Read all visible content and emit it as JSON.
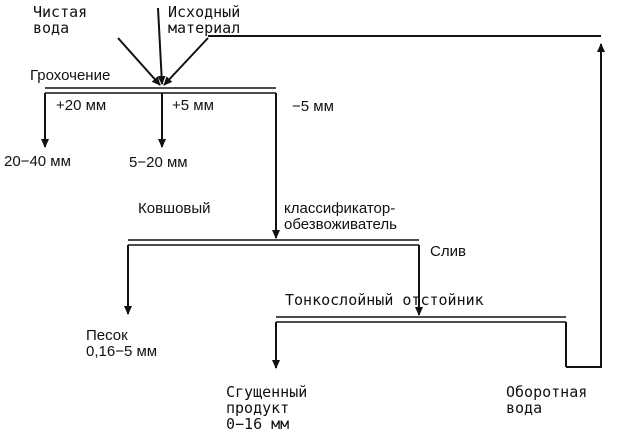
{
  "inputs": {
    "clean_water": [
      "Чистая",
      "вода"
    ],
    "source_material": [
      "Исходный",
      "материал"
    ]
  },
  "screening": {
    "label": "Грохочение",
    "fractions": {
      "plus20": "+20 мм",
      "plus5": "+5 мм",
      "minus5": "−5 мм"
    },
    "products": {
      "coarse": "20−40 мм",
      "medium": "5−20 мм"
    }
  },
  "classifier": {
    "label_left": "Ковшовый",
    "label_right": [
      "классификатор-",
      "обезвоживатель"
    ],
    "overflow": "Слив",
    "sand": [
      "Песок",
      "0,16−5 мм"
    ]
  },
  "settler": {
    "label": "Тонкослойный отстойник",
    "thickened": [
      "Сгущенный",
      "продукт",
      "0−16 мм"
    ],
    "recycled_water": [
      "Оборотная",
      "вода"
    ]
  }
}
